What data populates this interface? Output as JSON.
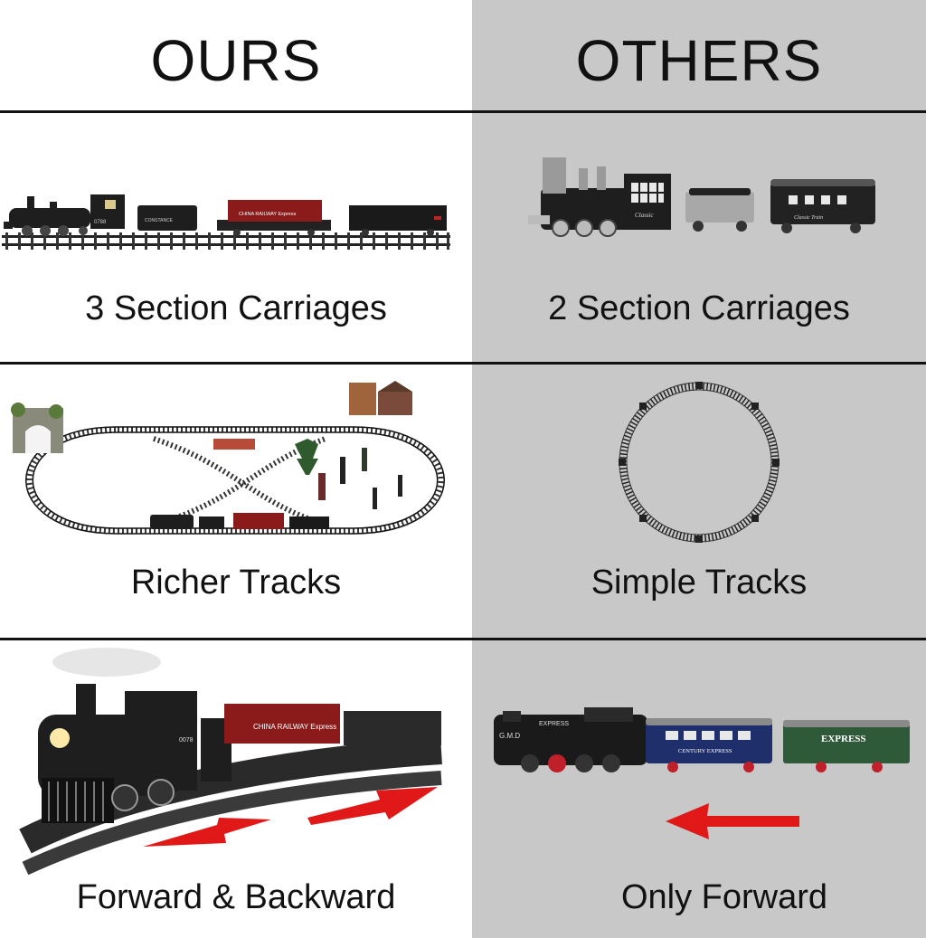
{
  "colors": {
    "left_background": "#ffffff",
    "right_background": "#c8c8c8",
    "divider": "#111111",
    "arrow": "#e01818",
    "locomotive": "#1e1e1e",
    "container_car": "#8b1a1a",
    "express_car": "#1f2f6b",
    "freight_car": "#2f5a3a"
  },
  "header": {
    "ours": "OURS",
    "others": "OTHERS"
  },
  "rows": [
    {
      "ours_caption": "3 Section Carriages",
      "others_caption": "2 Section Carriages",
      "ours_image": "train-with-3-carriages",
      "others_image": "train-with-2-carriages",
      "labels": {
        "loco_number": "0788",
        "tender_label": "CONSTANCE",
        "container_text": "CHINA RAILWAY Express",
        "other_loco_badge": "Classic",
        "other_coach_badge": "Classic Train"
      }
    },
    {
      "ours_caption": "Richer Tracks",
      "others_caption": "Simple Tracks",
      "ours_image": "figure-eight-track-with-scenery",
      "others_image": "circular-track"
    },
    {
      "ours_caption": "Forward & Backward",
      "others_caption": "Only Forward",
      "ours_image": "train-on-curved-track",
      "others_image": "express-train",
      "labels": {
        "container_text": "CHINA RAILWAY Express",
        "loco_number": "0078",
        "other_loco_tag": "G.M.D",
        "other_loco_side": "EXPRESS",
        "coach_text": "CENTURY EXPRESS",
        "freight_text": "EXPRESS"
      }
    }
  ]
}
